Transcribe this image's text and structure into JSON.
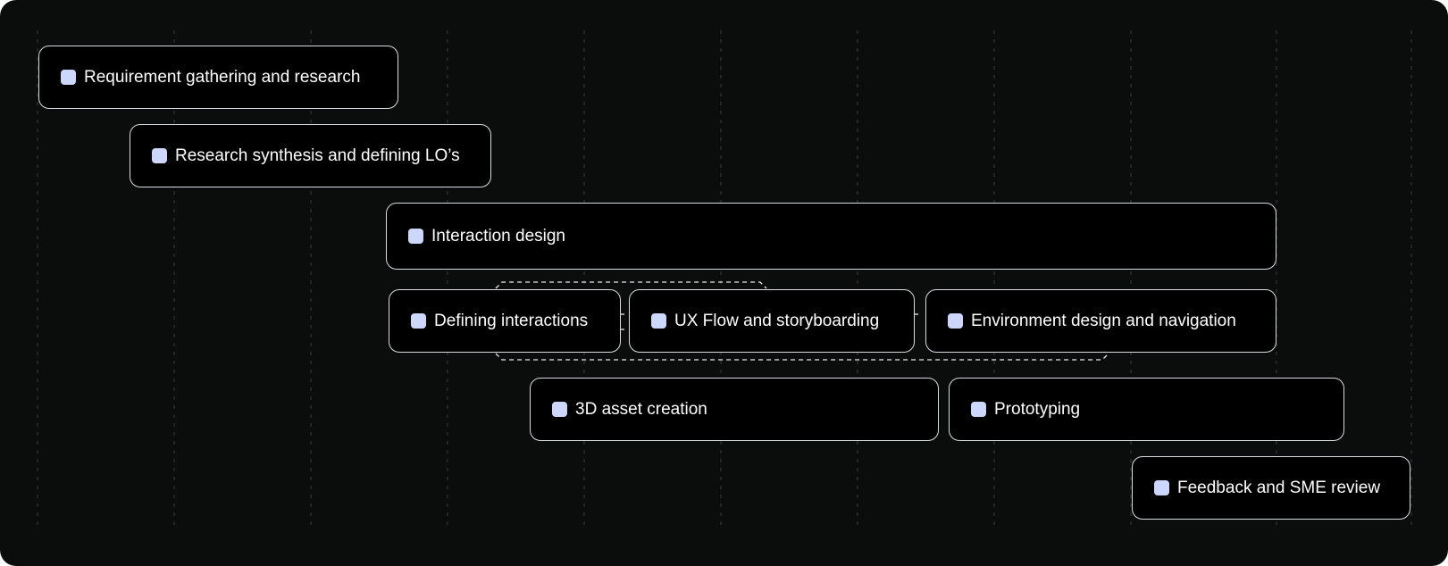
{
  "colors": {
    "background": "#0b0d0d",
    "card": "#000000",
    "card_border": "#d9dde2",
    "marker": "#cdd6fb",
    "gridline": "#3a3d3f",
    "connector": "#e8ebee"
  },
  "tasks": {
    "t1": {
      "label": "Requirement gathering and research"
    },
    "t2": {
      "label": "Research synthesis and defining LO’s"
    },
    "t3": {
      "label": "Interaction design"
    },
    "t4": {
      "label": "Defining interactions"
    },
    "t5": {
      "label": "UX Flow and storyboarding"
    },
    "t6": {
      "label": "Environment design and navigation"
    },
    "t7": {
      "label": "3D asset creation"
    },
    "t8": {
      "label": "Prototyping"
    },
    "t9": {
      "label": "Feedback and SME review"
    }
  }
}
